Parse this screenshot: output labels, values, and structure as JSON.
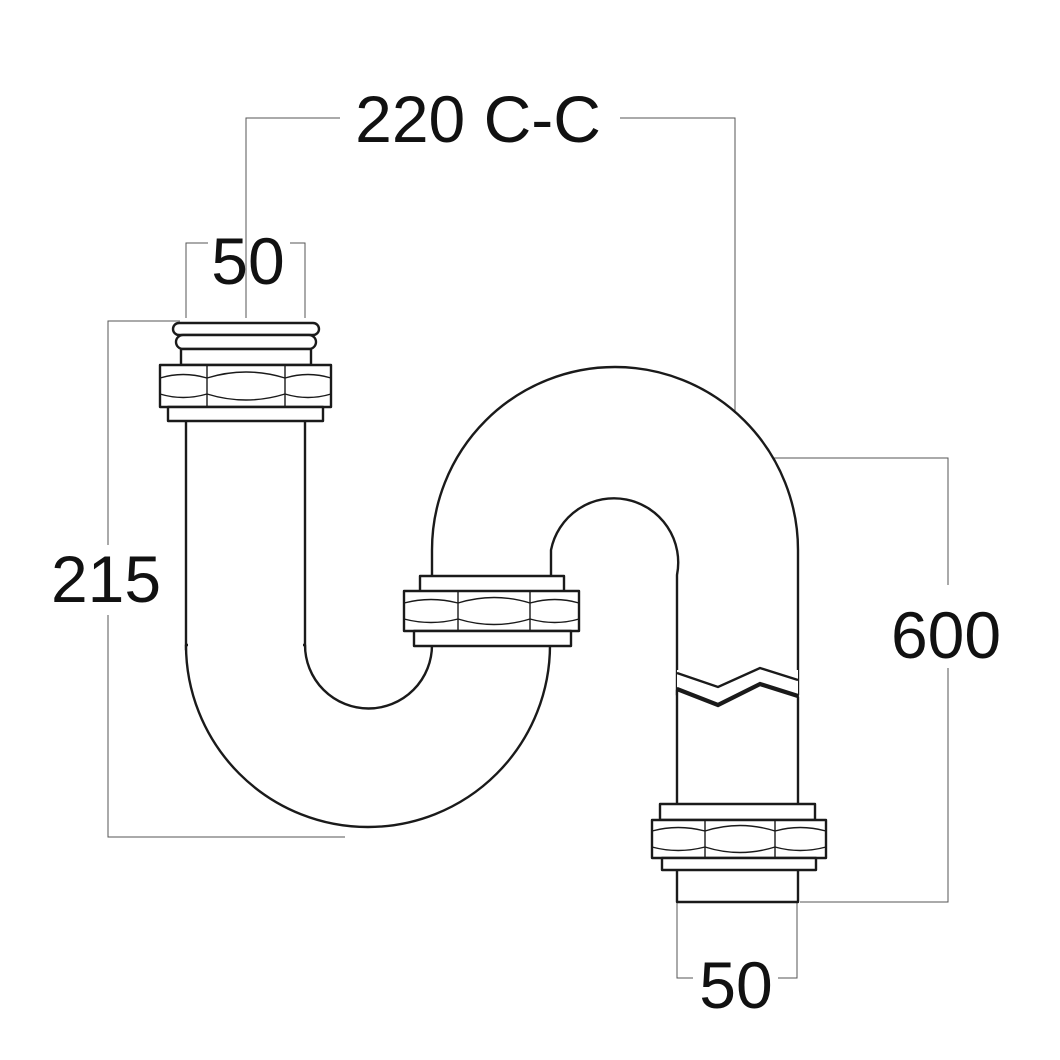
{
  "dimensions": {
    "center_to_center": "220 C-C",
    "inlet_diameter": "50",
    "height": "215",
    "outlet_length": "600",
    "outlet_diameter": "50"
  },
  "colors": {
    "outline": "#1a1a1a",
    "dimension_line": "#555555",
    "background": "#ffffff"
  }
}
